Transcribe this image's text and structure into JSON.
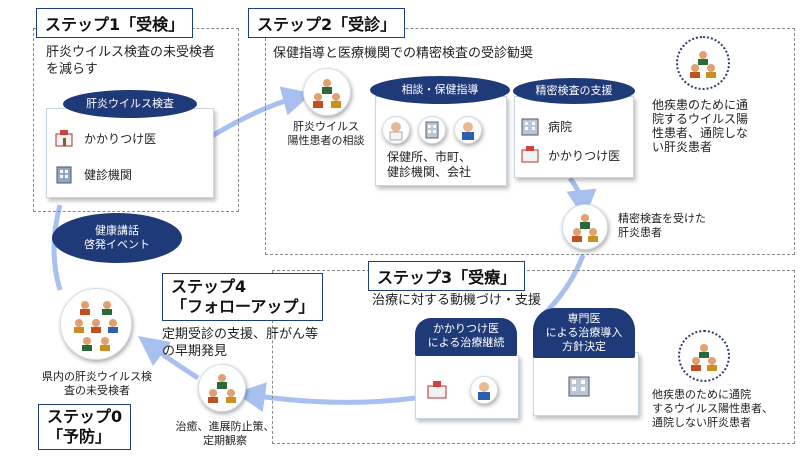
{
  "step1": {
    "title": "ステップ1「受検」",
    "subtitle_line1": "肝炎ウイルス検査の未受検者",
    "subtitle_line2": "を減らす",
    "panel_header": "肝炎ウイルス検査",
    "items": [
      "かかりつけ医",
      "健診機関"
    ]
  },
  "step2": {
    "title": "ステップ2「受診」",
    "subtitle": "保健指導と医療機関での精密検査の受診勧奨",
    "patient_label_line1": "肝炎ウイルス",
    "patient_label_line2": "陽性患者の相談",
    "guidance_header": "相談・保健指導",
    "guidance_caption_line1": "保健所、市町、",
    "guidance_caption_line2": "健診機関、会社",
    "exam_header": "精密検査の支援",
    "exam_items": [
      "病院",
      "かかりつけ医"
    ],
    "other_line1": "他疾患のために通",
    "other_line2": "院するウイルス陽",
    "other_line3": "性患者、通院しな",
    "other_line4": "い肝炎患者"
  },
  "mid": {
    "examined_line1": "精密検査を受けた",
    "examined_line2": "肝炎患者"
  },
  "step3": {
    "title": "ステップ3「受療」",
    "subtitle": "治療に対する動機づけ・支援",
    "family_tab_line1": "かかりつけ医",
    "family_tab_line2": "による治療継続",
    "specialist_tab_line1": "専門医",
    "specialist_tab_line2": "による治療導入",
    "specialist_tab_line3": "方針決定",
    "other_line1": "他疾患のために通院",
    "other_line2": "するウイルス陽性患者、",
    "other_line3": "通院しない肝炎患者"
  },
  "step4": {
    "title_line1": "ステップ4",
    "title_line2": "「フォローアップ」",
    "subtitle_line1": "定期受診の支援、肝がん等",
    "subtitle_line2": "の早期発見",
    "treat_line1": "治癒、進展防止策、",
    "treat_line2": "定期観察"
  },
  "step0": {
    "title_line1": "ステップ0",
    "title_line2": "「予防」",
    "event_line1": "健康講話",
    "event_line2": "啓発イベント",
    "untested_line1": "県内の肝炎ウイルス検",
    "untested_line2": "査の未受検者"
  },
  "colors": {
    "navy": "#1f3a78",
    "arrow": "#a8c0f0",
    "subtitle_blue": "#2f58a8"
  }
}
